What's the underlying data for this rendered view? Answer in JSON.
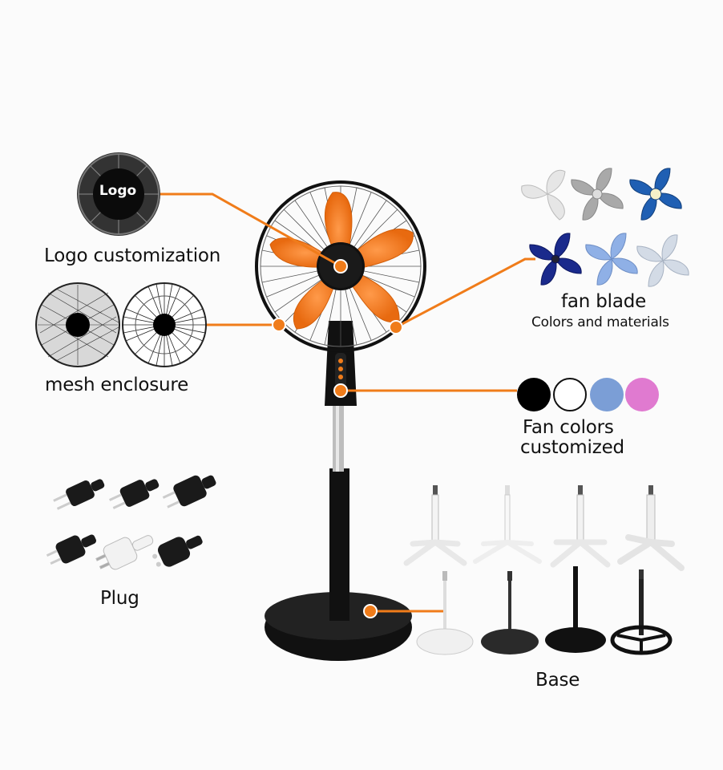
{
  "labels": {
    "logo_badge": "Logo",
    "logo_customization": "Logo customization",
    "mesh_enclosure": "mesh enclosure",
    "fan_blade": "fan blade",
    "fan_blade_sub": "Colors and materials",
    "fan_colors_line1": "Fan colors",
    "fan_colors_line2": "customized",
    "plug": "Plug",
    "base": "Base"
  },
  "colors": {
    "accent": "#f07c1a",
    "fan_body": "#111111",
    "blade": "#f5781e",
    "swatches": [
      "#000000",
      "#ffffff",
      "#7b9ed6",
      "#e07ad0"
    ]
  }
}
